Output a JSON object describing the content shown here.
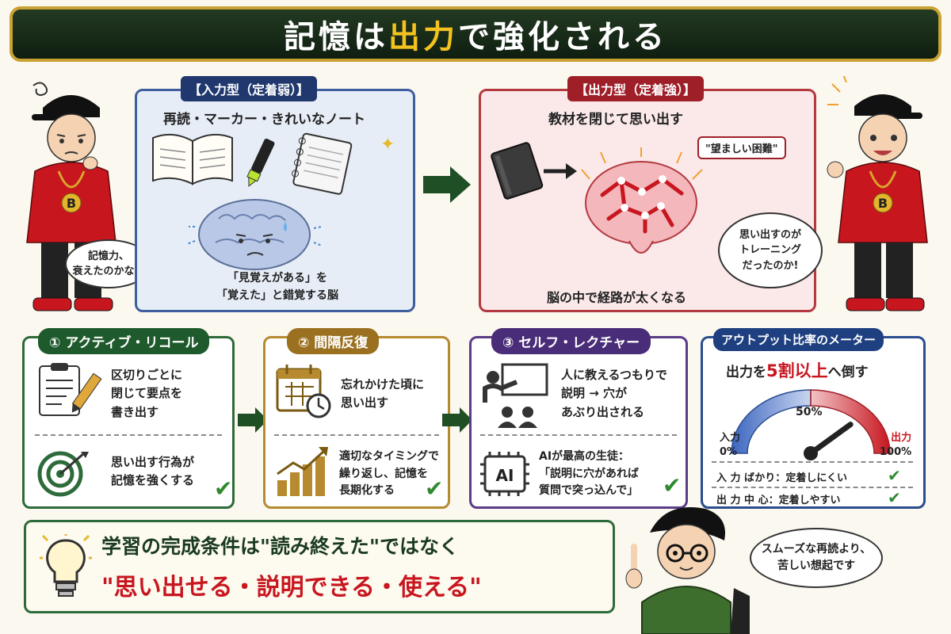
{
  "title": {
    "pre": "記憶は",
    "highlight": "出力",
    "post": "で強化される"
  },
  "input_panel": {
    "tag": "【入力型（定着弱）】",
    "subtitle": "再読・マーカー・きれいなノート",
    "caption_line1": "「見覚えがある」を",
    "caption_line2": "「覚えた」と錯覚する脳"
  },
  "output_panel": {
    "tag": "【出力型（定着強）】",
    "subtitle": "教材を閉じて思い出す",
    "badge": "\"望ましい困難\"",
    "caption": "脳の中で経路が太くなる"
  },
  "left_character": {
    "bubble_line1": "記憶力、",
    "bubble_line2": "衰えたのかな…",
    "shirt_letter": "B"
  },
  "right_character": {
    "bubble_line1": "思い出すのが",
    "bubble_line2": "トレーニング",
    "bubble_line3": "だったのか!",
    "shirt_letter": "B"
  },
  "steps": [
    {
      "label": "① アクティブ・リコール",
      "top_lines": [
        "区切りごとに",
        "閉じて要点を",
        "書き出す"
      ],
      "bottom_lines": [
        "思い出す行為が",
        "記憶を強くする"
      ]
    },
    {
      "label": "② 間隔反復",
      "top_lines": [
        "忘れかけた頃に",
        "思い出す"
      ],
      "bottom_lines": [
        "適切なタイミングで",
        "繰り返し、記憶を",
        "長期化する"
      ]
    },
    {
      "label": "③ セルフ・レクチャー",
      "top_lines": [
        "人に教えるつもりで",
        "説明 → 穴が",
        "あぶり出される"
      ],
      "bottom_lines": [
        "AIが最高の生徒：",
        "「説明に穴があれば",
        "質問で突っ込んで」"
      ],
      "ai_chip": "AI"
    }
  ],
  "meter": {
    "tag": "アウトプット比率のメーター",
    "subtitle_pre": "出力を",
    "subtitle_red": "5割以上",
    "subtitle_post": "へ倒す",
    "mid_label": "50%",
    "left_label1": "入力",
    "left_label2": "0%",
    "right_label1": "出力",
    "right_label2": "100%",
    "row1_label": "入 力 ばかり：",
    "row1_value": "定着しにくい",
    "row2_label": "出 力 中 心：",
    "row2_value": "定着しやすい",
    "output_ratio": 0.8
  },
  "bottom": {
    "line1": "学習の完成条件は\"読み終えた\"ではなく",
    "line2": "\"思い出せる・説明できる・使える\""
  },
  "boy": {
    "bubble_line1": "スムーズな再読より、",
    "bubble_line2": "苦しい想起です"
  },
  "colors": {
    "title_bg": "#1b2f1b",
    "highlight": "#f4c21f",
    "input_blue": "#3f5f9e",
    "output_red": "#b33a3f",
    "check_green": "#2f8a2f",
    "accent_red": "#c8161f"
  }
}
